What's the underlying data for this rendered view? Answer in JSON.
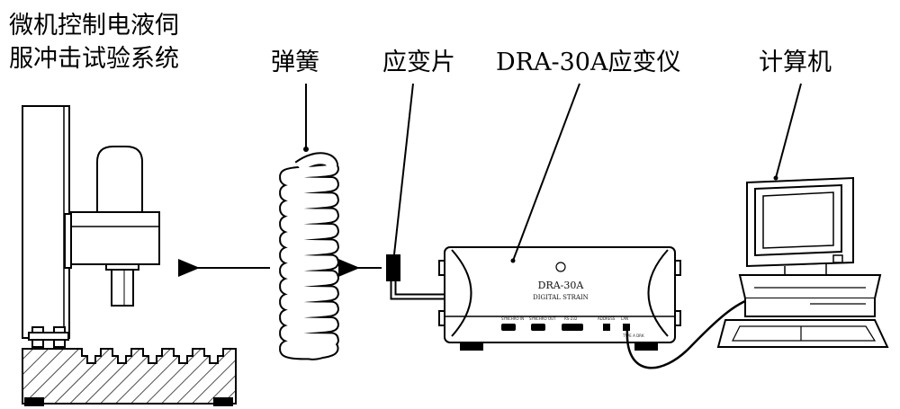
{
  "labels": {
    "servo_line1": "微机控制电液伺",
    "servo_line2": "服冲击试验系统",
    "spring": "弹簧",
    "strain_gauge": "应变片",
    "strain_meter": "DRA-30A应变仪",
    "computer": "计算机"
  },
  "device_panel": {
    "model": "DRA-30A",
    "subtitle": "DIGITAL STRAIN",
    "ports": [
      "SYNCHRO IN",
      "SYNCHRO OUT",
      "RS-232",
      "ADDRESS",
      "LAN"
    ],
    "small_marking": "TYPE A DRK"
  }
}
